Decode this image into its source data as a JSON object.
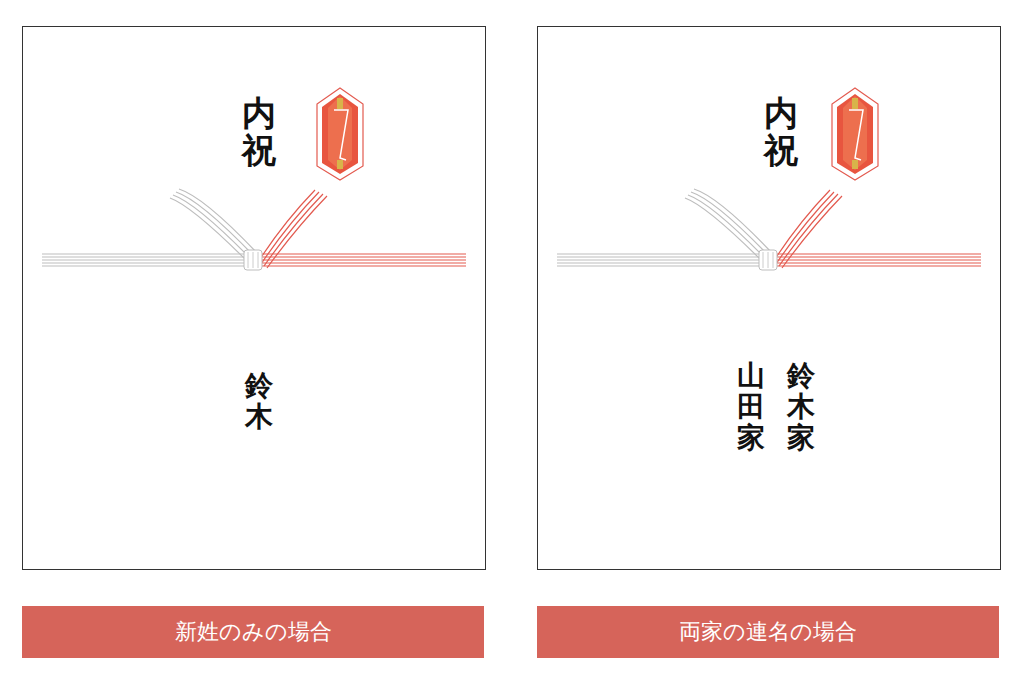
{
  "diagram": {
    "nodes": [
      {
        "text": [
          "内祝",
          "鈴木"
        ]
      },
      {
        "text": [
          "内祝",
          "鈴木家",
          "山田家"
        ]
      },
      {
        "text": [
          "新姓のみの場合"
        ]
      },
      {
        "text": [
          "両家の連名の場合"
        ]
      }
    ]
  }
}
